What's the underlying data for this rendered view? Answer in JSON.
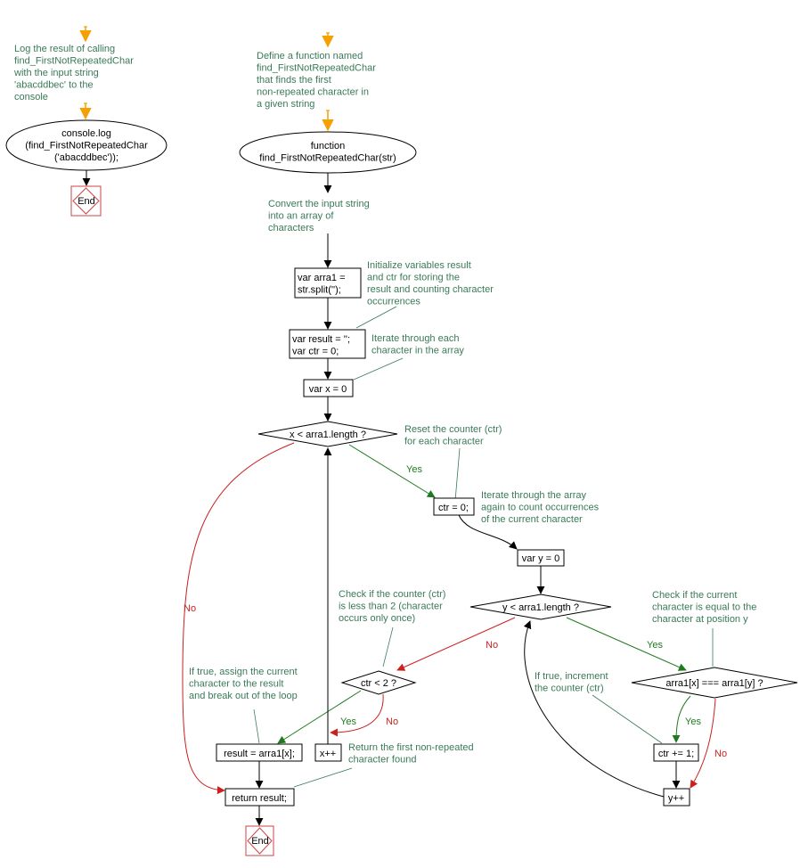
{
  "comments": {
    "log_result": [
      "Log the result of calling",
      "find_FirstNotRepeatedChar",
      "with the input string",
      "'abacddbec' to the",
      "console"
    ],
    "define_function": [
      "Define a function named",
      "find_FirstNotRepeatedChar",
      "that finds the first",
      "non-repeated character in",
      "a given string"
    ],
    "convert_string": [
      "Convert the input string",
      "into an array of",
      "characters"
    ],
    "init_vars": [
      "Initialize variables result",
      "and ctr for storing the",
      "result and counting character",
      "occurrences"
    ],
    "iterate_each": [
      "Iterate through each",
      "character in the array"
    ],
    "reset_counter": [
      "Reset the counter (ctr)",
      "for each character"
    ],
    "iterate_again": [
      "Iterate through the array",
      "again to count occurrences",
      "of the current character"
    ],
    "check_less_two": [
      "Check if the counter (ctr)",
      "is less than 2 (character",
      "occurs only once)"
    ],
    "check_equal": [
      "Check if the current",
      "character is equal to the",
      "character at position y"
    ],
    "assign_break": [
      "If true, assign the current",
      "character to the result",
      "and break out of the loop"
    ],
    "increment": [
      "If true, increment",
      "the counter (ctr)"
    ],
    "return_first": [
      "Return the first non-repeated",
      "character found"
    ]
  },
  "nodes": {
    "console_log": [
      "console.log",
      "(find_FirstNotRepeatedChar",
      "('abacddbec'));"
    ],
    "end_top": "End",
    "function_def": [
      "function",
      "find_FirstNotRepeatedChar(str)"
    ],
    "arra1": [
      "var arra1 =",
      "str.split('');"
    ],
    "result_ctr": [
      "var result = '';",
      "var ctr = 0;"
    ],
    "var_x": "var x = 0",
    "x_cond": "x < arra1.length ?",
    "ctr_zero": "ctr = 0;",
    "var_y": "var y = 0",
    "y_cond": "y < arra1.length ?",
    "eq_cond": "arra1[x] === arra1[y] ?",
    "ctr_less": "ctr < 2 ?",
    "result_assign": "result = arra1[x];",
    "x_inc": "x++",
    "ctr_inc": "ctr += 1;",
    "y_inc": "y++",
    "return_result": "return result;",
    "end_bottom": "End"
  },
  "labels": {
    "yes": "Yes",
    "no": "No"
  },
  "colors": {
    "start_arrow": "#f5a000",
    "comment_text": "#3a7a57",
    "yes_edge": "#1e7a1e",
    "no_edge": "#cc1f1f",
    "end_border": "#cc4444"
  }
}
